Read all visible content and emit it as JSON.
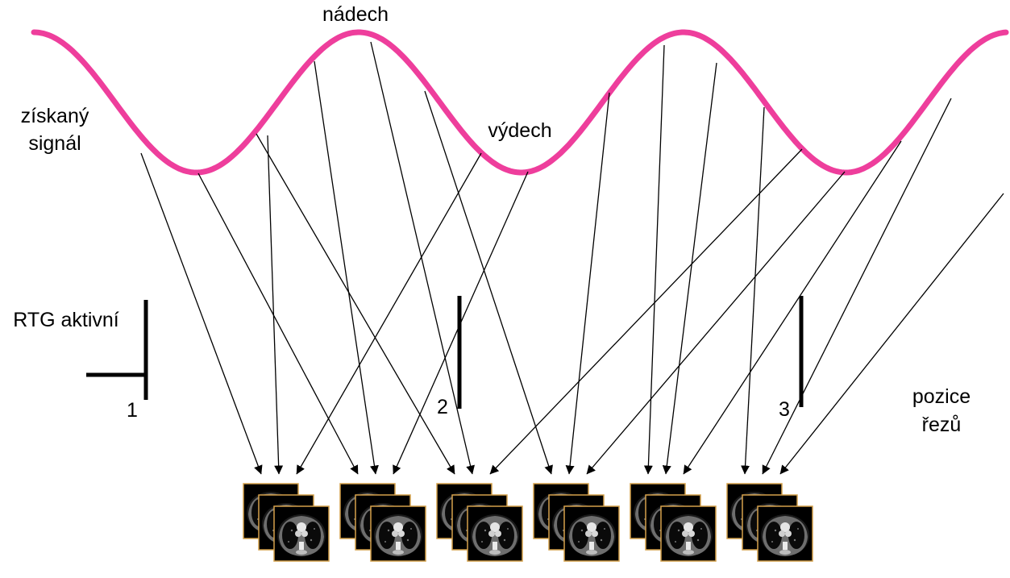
{
  "labels": {
    "inspiration": "nádech",
    "expiration": "výdech",
    "signal": [
      "získaný",
      "signál"
    ],
    "xray_active": "RTG aktivní",
    "slice_positions": [
      "pozice",
      "řezů"
    ],
    "marker_1": "1",
    "marker_2": "2",
    "marker_3": "3"
  },
  "colors": {
    "signal_curve": "#ee3e9c",
    "lines": "#000000",
    "ct_frame": "#d4a04a",
    "ct_background": "#000000",
    "ct_tissue": "#9a9a9a",
    "ct_bright": "#e6e6e6"
  },
  "stack_count": 6,
  "images_per_stack": 3
}
